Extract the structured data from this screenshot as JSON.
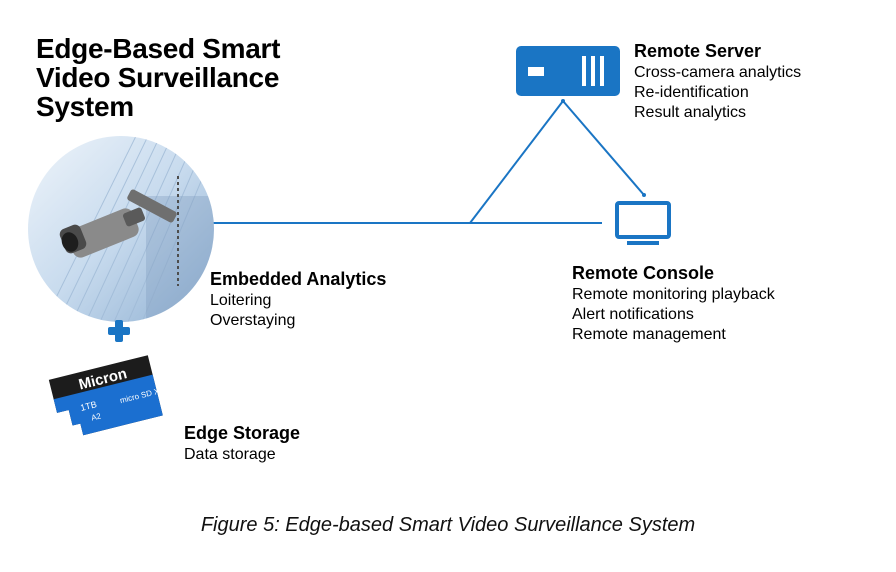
{
  "title": {
    "lines": [
      "Edge-Based Smart",
      "Video Surveillance",
      "System"
    ]
  },
  "embedded": {
    "heading": "Embedded Analytics",
    "items": [
      "Loitering",
      "Overstaying"
    ]
  },
  "storage": {
    "heading": "Edge Storage",
    "items": [
      "Data storage"
    ],
    "card_brand": "Micron",
    "card_capacity": "1TB",
    "card_class": "A2",
    "card_type": "micro SD XC"
  },
  "server": {
    "heading": "Remote Server",
    "items": [
      "Cross-camera analytics",
      "Re-identification",
      "Result analytics"
    ]
  },
  "console": {
    "heading": "Remote Console",
    "items": [
      "Remote monitoring playback",
      "Alert notifications",
      "Remote management"
    ]
  },
  "caption": "Figure 5: Edge-based Smart Video Surveillance System",
  "colors": {
    "accent": "#1a75c4",
    "card_blue": "#1b6fd0",
    "card_black": "#1c1c1c"
  },
  "icons": [
    "camera-photo",
    "plus-icon",
    "microsd-card-icon",
    "server-icon",
    "monitor-icon"
  ]
}
